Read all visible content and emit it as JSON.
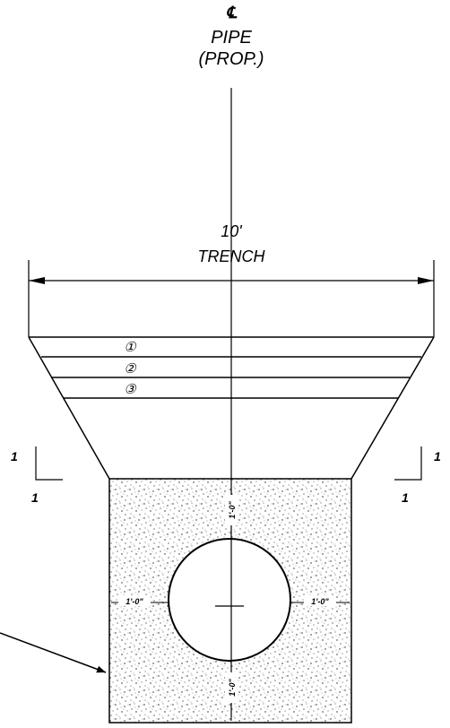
{
  "centerline": {
    "symbol": "℄",
    "line1": "PIPE",
    "line2": "(PROP.)"
  },
  "trench": {
    "width": "10'",
    "label": "TRENCH"
  },
  "layers": [
    "①",
    "②",
    "③"
  ],
  "slope_left": {
    "rise": "1",
    "run": "1"
  },
  "slope_right": {
    "rise": "1",
    "run": "1"
  },
  "pipe_clearance": {
    "top": "1'-0\"",
    "left": "1'-0\"",
    "right": "1'-0\"",
    "bottom": "1'-0\""
  }
}
